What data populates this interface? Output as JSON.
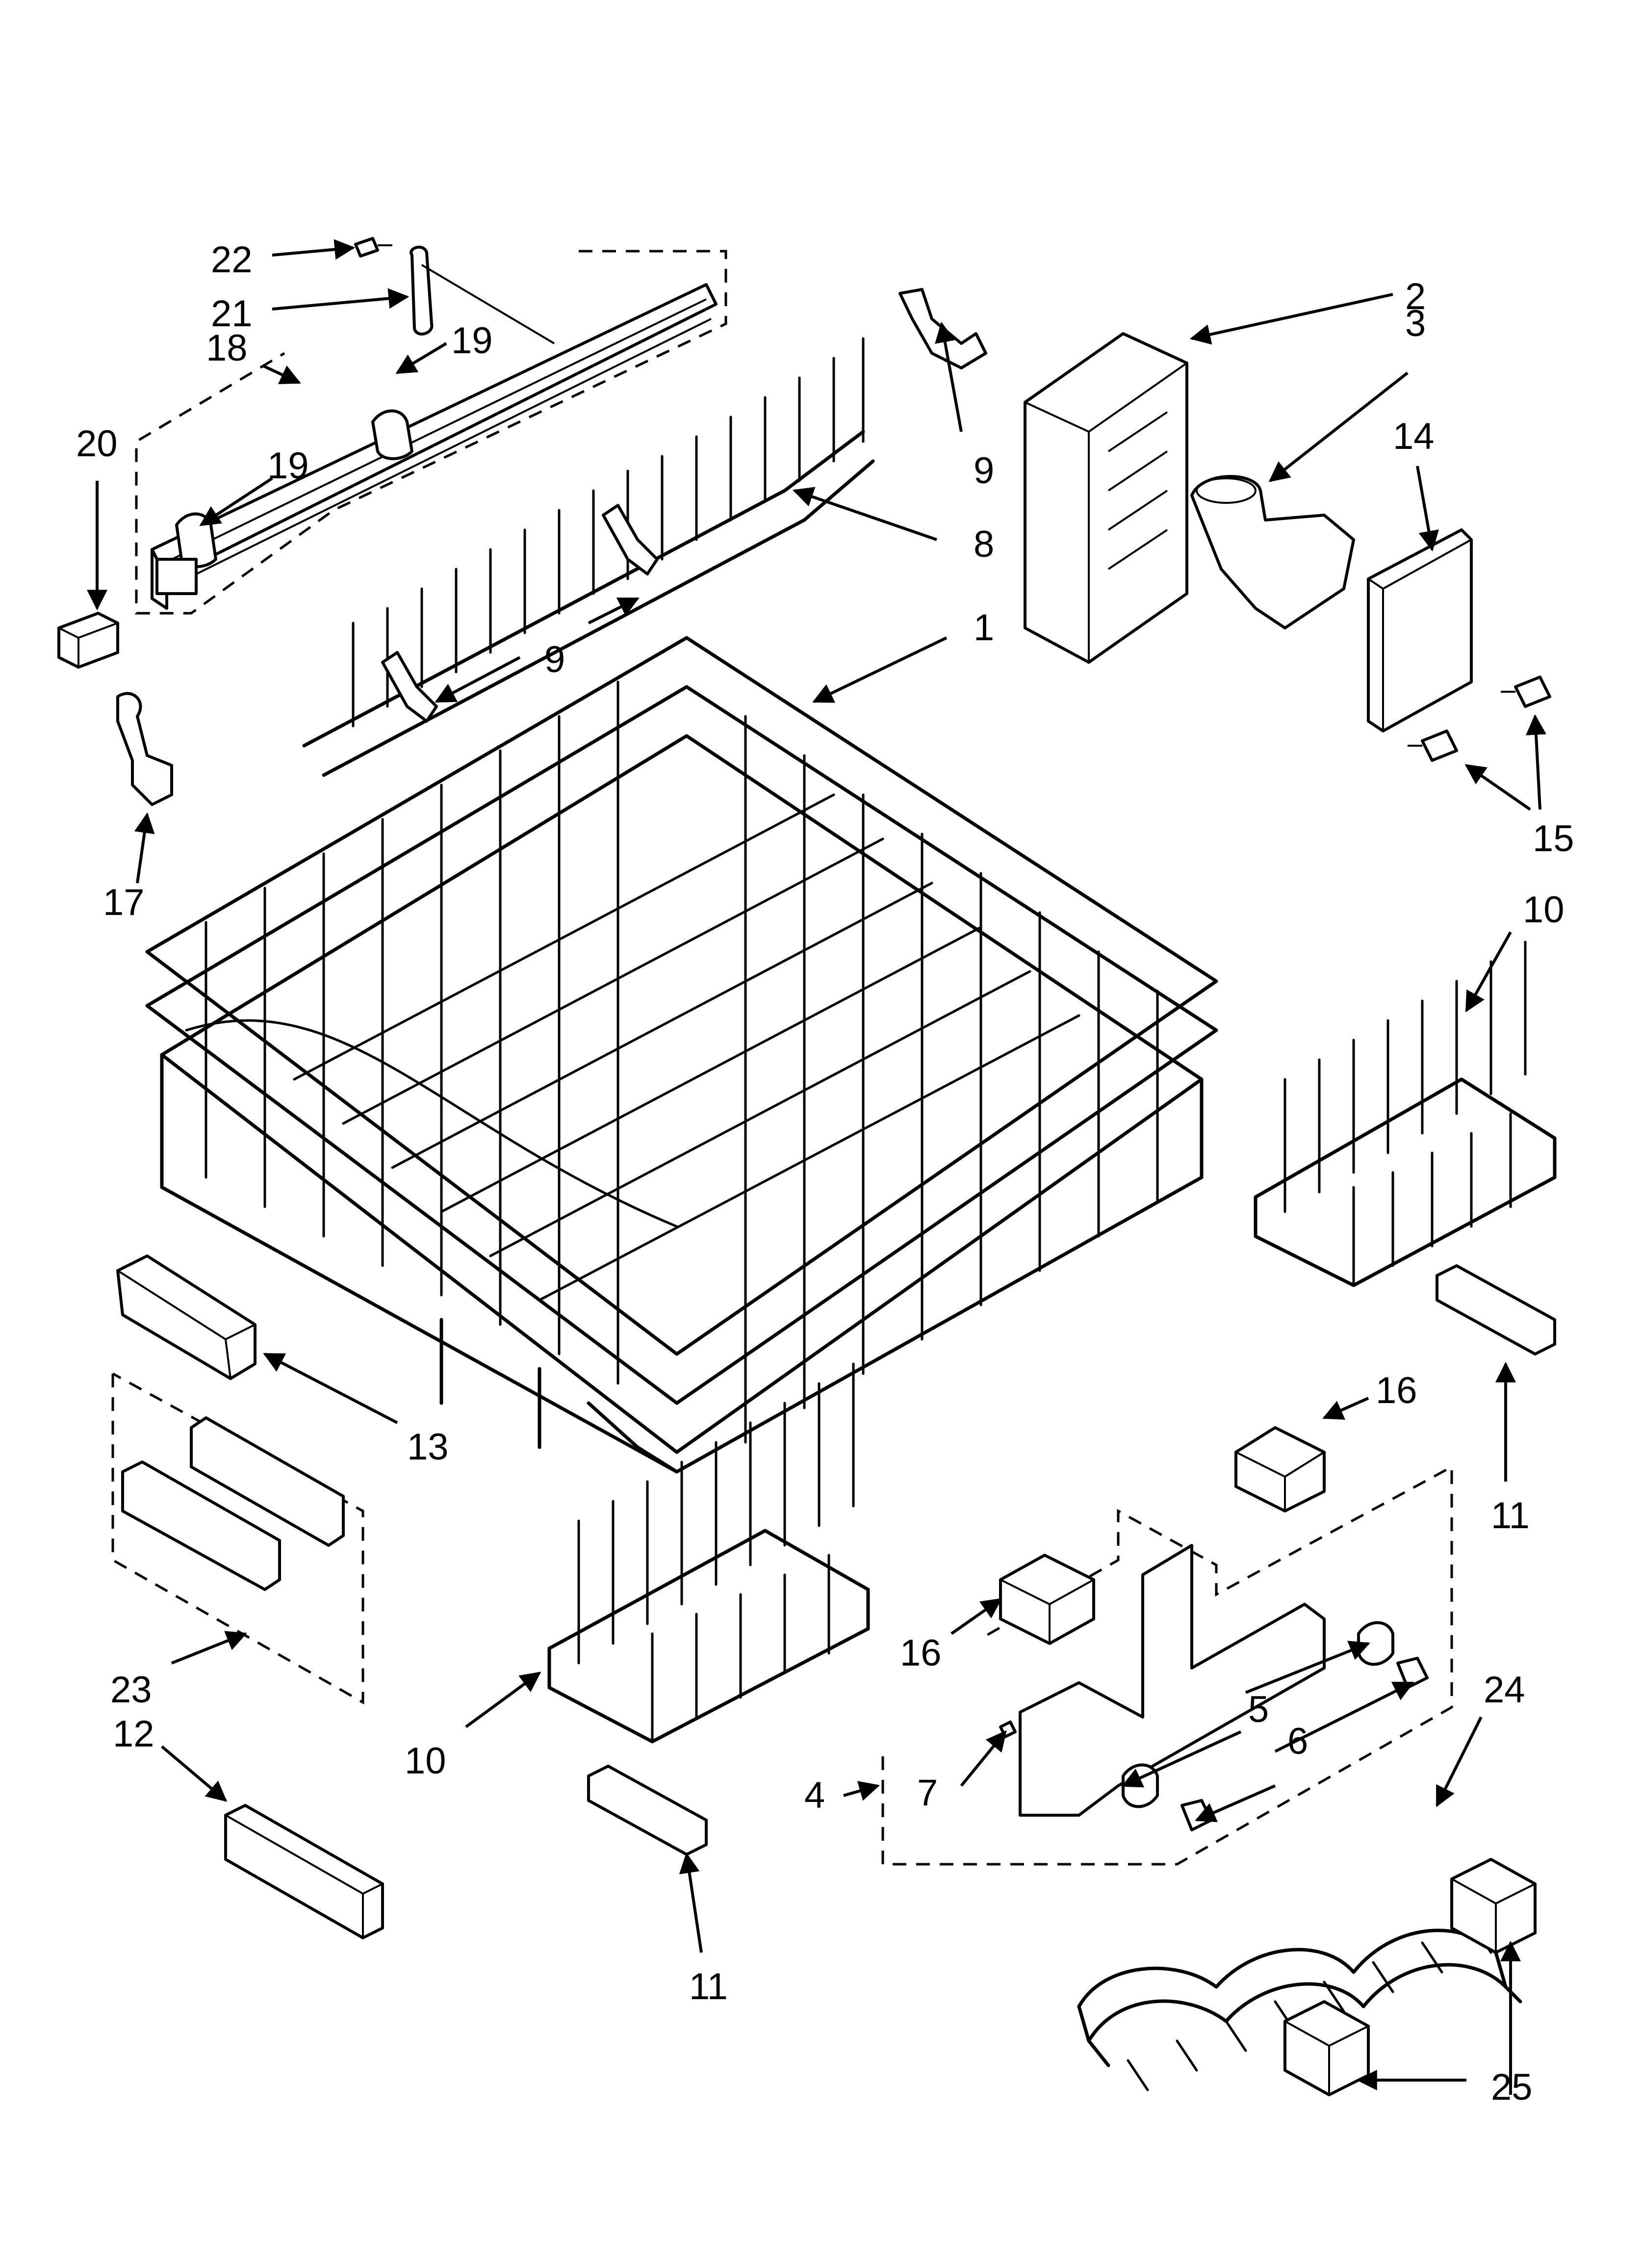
{
  "diagram": {
    "callouts": [
      "22",
      "21",
      "18",
      "19",
      "19",
      "20",
      "9",
      "8",
      "9",
      "1",
      "2",
      "3",
      "14",
      "15",
      "17",
      "10",
      "10",
      "11",
      "11",
      "13",
      "16",
      "16",
      "23",
      "12",
      "4",
      "5",
      "6",
      "7",
      "24",
      "25"
    ]
  }
}
